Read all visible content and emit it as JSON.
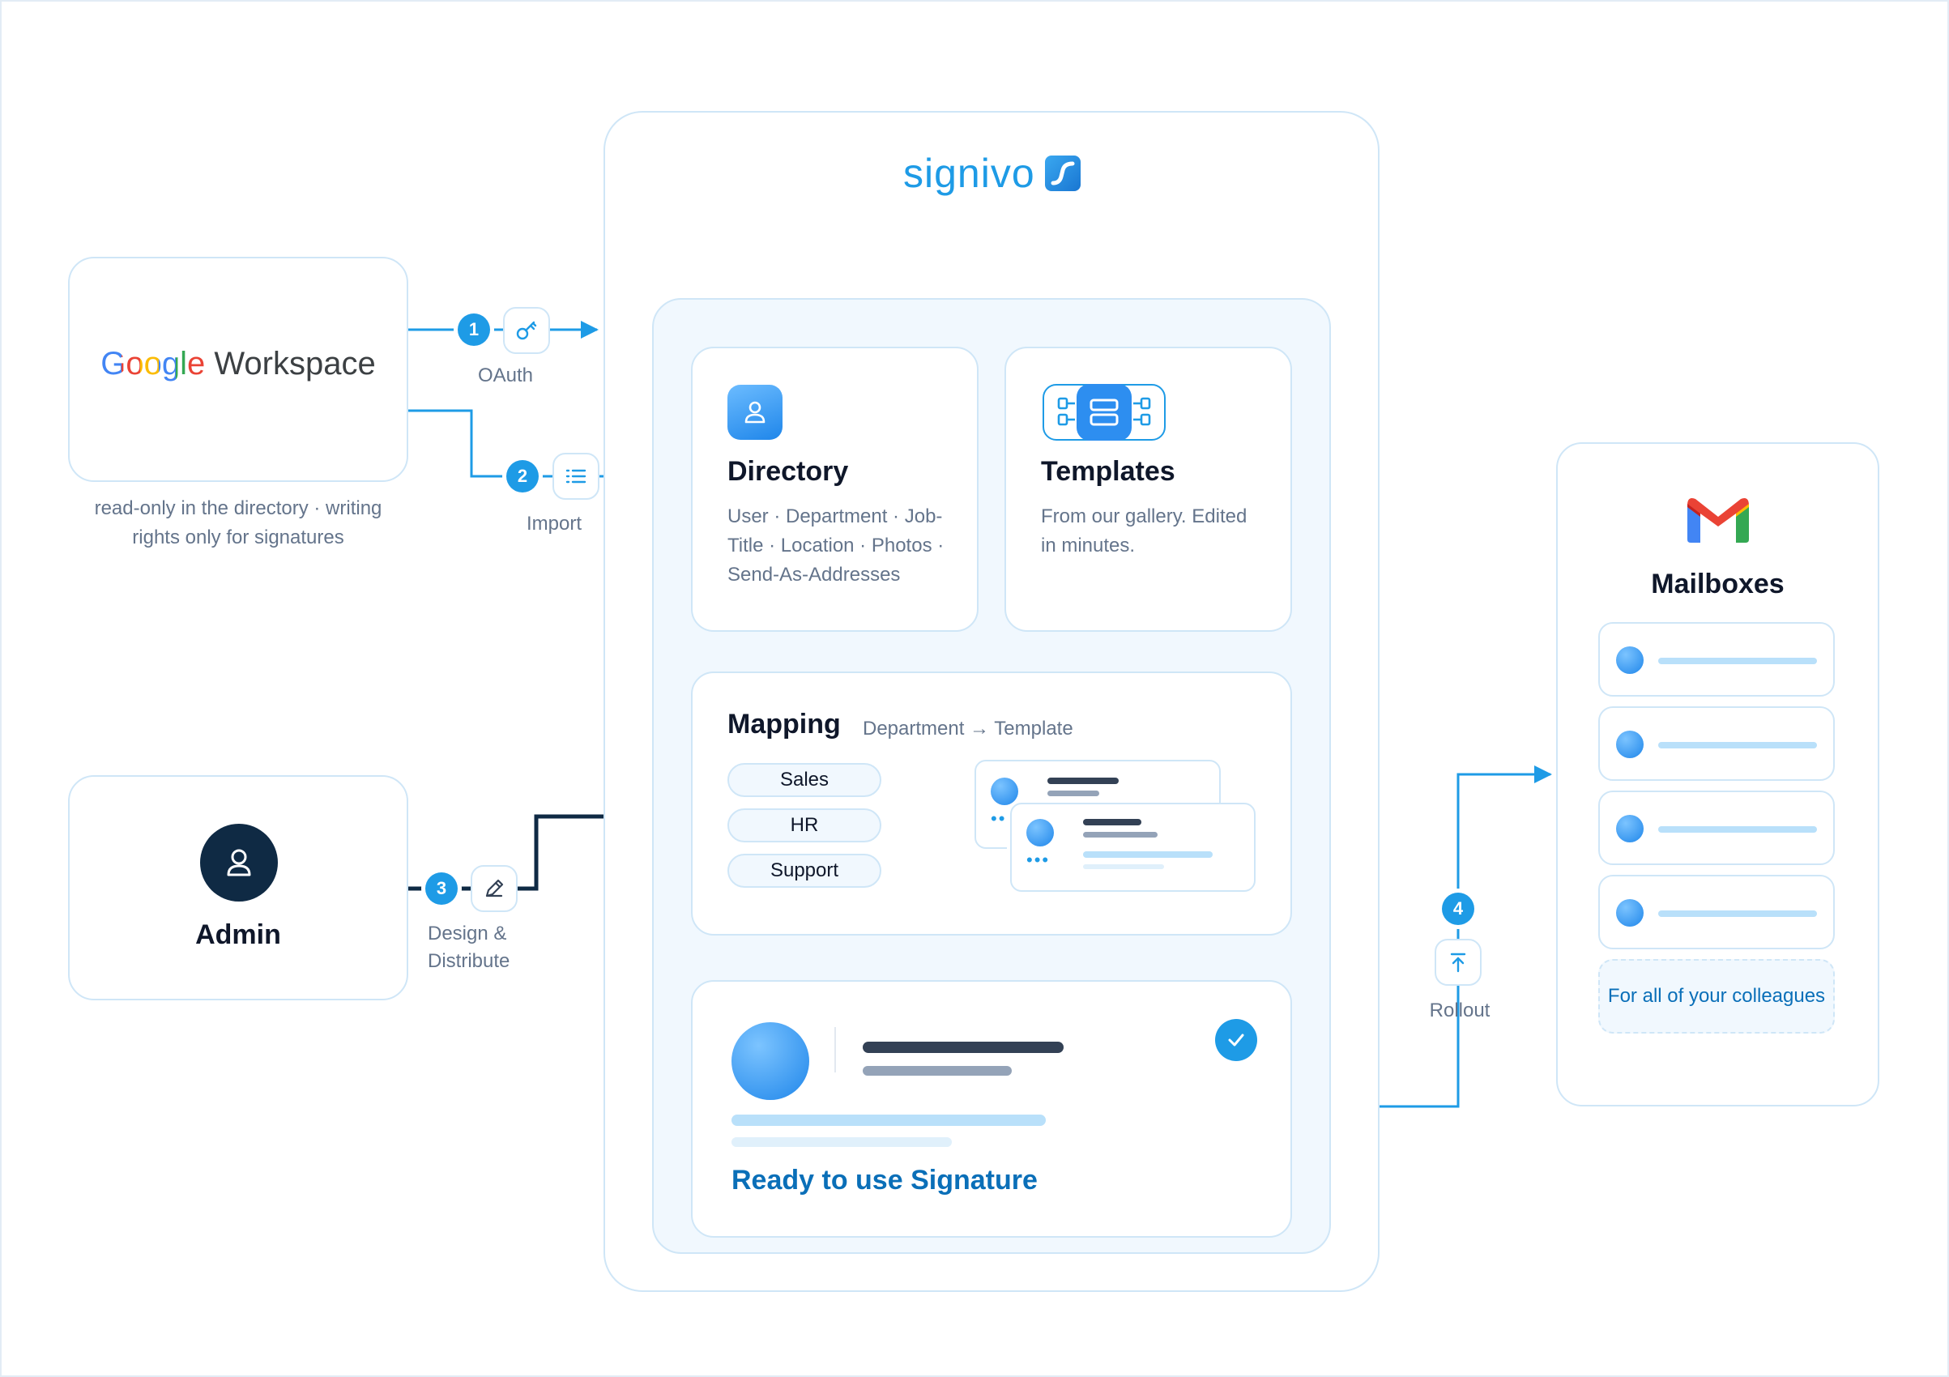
{
  "brand": {
    "name": "signivo"
  },
  "google": {
    "google_word": "Google",
    "workspace_word": "Workspace",
    "caption": "read-only in the directory · writing rights only for signatures"
  },
  "steps": [
    {
      "number": "1",
      "label": "OAuth"
    },
    {
      "number": "2",
      "label": "Import"
    },
    {
      "number": "3",
      "label": "Design & Distribute"
    },
    {
      "number": "4",
      "label": "Rollout"
    }
  ],
  "admin": {
    "label": "Admin"
  },
  "directory": {
    "title": "Directory",
    "description": "User · Department · Job-Title · Location · Photos · Send-As-Addresses"
  },
  "templates": {
    "title": "Templates",
    "description": "From our gallery. Edited in minutes."
  },
  "mapping": {
    "title": "Mapping",
    "subtitle": "Department → Template",
    "departments": [
      "Sales",
      "HR",
      "Support"
    ]
  },
  "signature": {
    "label": "Ready to use Signature"
  },
  "mailboxes": {
    "title": "Mailboxes",
    "footer": "For all of your colleagues"
  },
  "colors": {
    "accent": "#1e9be6",
    "dark_navy": "#0f2a44",
    "light_blue_bar": "#b9e0fa",
    "text_dark": "#0f172a"
  }
}
